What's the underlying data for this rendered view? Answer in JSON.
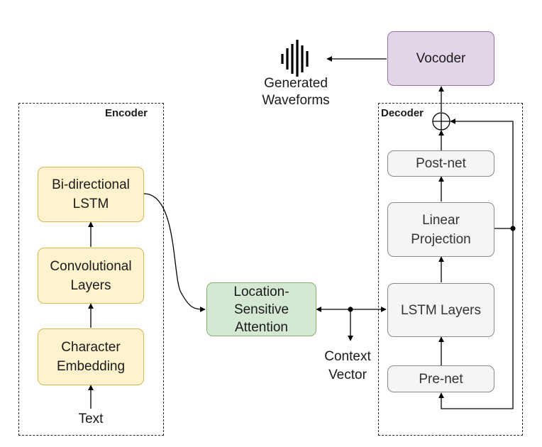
{
  "encoder": {
    "label": "Encoder",
    "nodes": {
      "bilstm": "Bi-directional\nLSTM",
      "conv": "Convolutional\nLayers",
      "char_emb": "Character\nEmbedding"
    },
    "input_label": "Text"
  },
  "attention": {
    "label": "Location-\nSensitive\nAttention"
  },
  "context_vector": {
    "label": "Context\nVector"
  },
  "decoder": {
    "label": "Decoder",
    "nodes": {
      "postnet": "Post-net",
      "linear": "Linear\nProjection",
      "lstm": "LSTM Layers",
      "prenet": "Pre-net"
    }
  },
  "vocoder": {
    "label": "Vocoder"
  },
  "output": {
    "label": "Generated\nWaveforms",
    "icon": "waveform-icon"
  },
  "colors": {
    "encoder_fill": "#fff2cc",
    "encoder_stroke": "#d6b656",
    "attention_fill": "#d5e8d4",
    "attention_stroke": "#82b366",
    "vocoder_fill": "#e1d5e7",
    "vocoder_stroke": "#9673a6",
    "decoder_fill": "#f5f5f5",
    "decoder_stroke": "#8a8a8a"
  }
}
